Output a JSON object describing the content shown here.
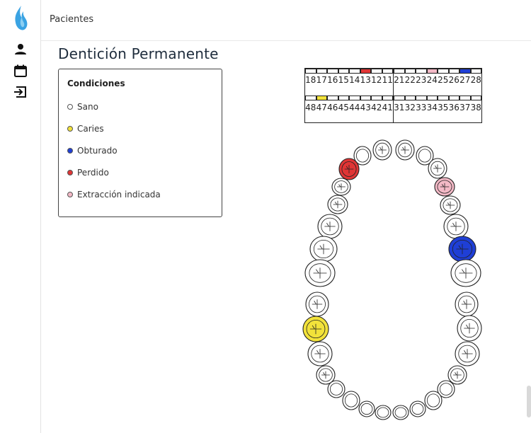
{
  "breadcrumb": "Pacientes",
  "page_title": "Dentición Permanente",
  "sidebar": {
    "icons": [
      "user-icon",
      "calendar-icon",
      "logout-icon"
    ]
  },
  "legend": {
    "title": "Condiciones",
    "items": [
      {
        "label": "Sano",
        "color": "#ffffff"
      },
      {
        "label": "Caries",
        "color": "#f2e23a"
      },
      {
        "label": "Obturado",
        "color": "#1f3fd6"
      },
      {
        "label": "Perdido",
        "color": "#e03535"
      },
      {
        "label": "Extracción indicada",
        "color": "#f3b9c6"
      }
    ]
  },
  "chart": {
    "upper_right": [
      "18",
      "17",
      "16",
      "15",
      "14",
      "13",
      "12",
      "11"
    ],
    "upper_left": [
      "21",
      "22",
      "23",
      "24",
      "25",
      "26",
      "27",
      "28"
    ],
    "lower_right": [
      "48",
      "47",
      "46",
      "45",
      "44",
      "43",
      "42",
      "41"
    ],
    "lower_left": [
      "31",
      "32",
      "33",
      "34",
      "35",
      "36",
      "37",
      "38"
    ],
    "marked": {
      "13": "#e03535",
      "24": "#f3b9c6",
      "27": "#1f3fd6",
      "47": "#f2e23a"
    }
  },
  "colors": {
    "caries": "#f2e23a",
    "obturado": "#1f3fd6",
    "perdido": "#e03535",
    "extraccion": "#f3b9c6",
    "brand": "#3aa3e3"
  }
}
